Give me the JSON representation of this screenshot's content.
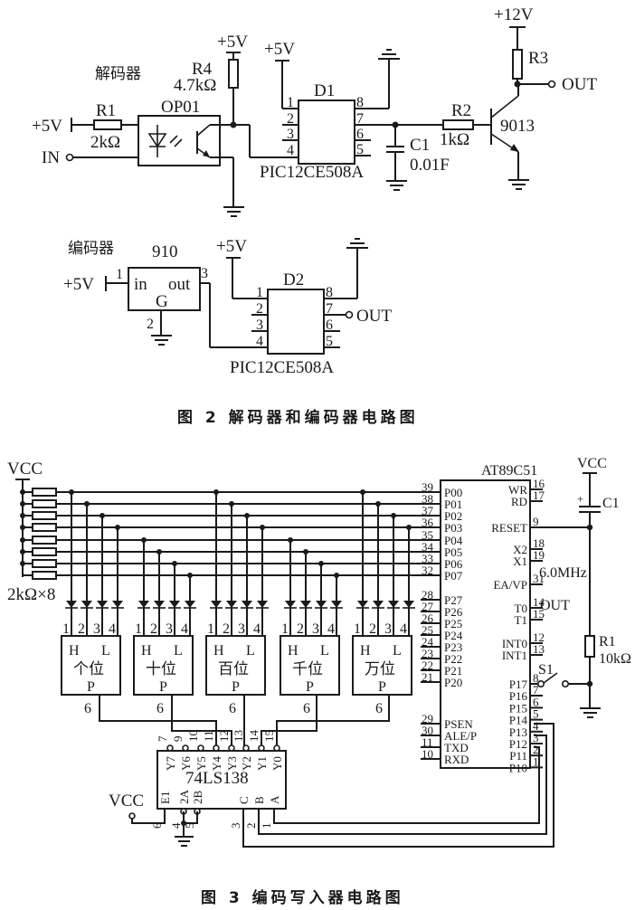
{
  "fig2": {
    "caption": "图 2   解码器和编码器电路图",
    "decoder": {
      "title": "解码器",
      "vplus": "+5V",
      "r1": {
        "name": "R1",
        "value": "2kΩ"
      },
      "in_label": "IN",
      "opto": "OP01",
      "r4": {
        "name": "R4",
        "value": "4.7kΩ"
      },
      "r4_supply": "+5V",
      "d1": {
        "name": "D1",
        "part": "PIC12CE508A",
        "supply": "+5V",
        "pins": [
          "1",
          "2",
          "3",
          "4",
          "8",
          "7",
          "6",
          "5"
        ]
      },
      "c1": {
        "name": "C1",
        "value": "0.01F"
      },
      "r2": {
        "name": "R2",
        "value": "1kΩ"
      },
      "transistor": "9013",
      "r3": {
        "name": "R3"
      },
      "supply12": "+12V",
      "out_label": "OUT"
    },
    "encoder": {
      "title": "编码器",
      "vplus": "+5V",
      "reg": {
        "name": "910",
        "in": "in",
        "out": "out",
        "gnd": "G",
        "pins": [
          "1",
          "2",
          "3"
        ]
      },
      "d2": {
        "name": "D2",
        "part": "PIC12CE508A",
        "supply": "+5V",
        "pins": [
          "1",
          "2",
          "3",
          "4",
          "8",
          "7",
          "6",
          "5"
        ]
      },
      "out_label": "OUT"
    }
  },
  "fig3": {
    "caption": "图 3   编码写入器电路图",
    "vcc": "VCC",
    "resistor_pack": "2kΩ×8",
    "mcu": {
      "name": "AT89C51",
      "left_pins": [
        {
          "num": "39",
          "label": "P00"
        },
        {
          "num": "38",
          "label": "P01"
        },
        {
          "num": "37",
          "label": "P02"
        },
        {
          "num": "36",
          "label": "P03"
        },
        {
          "num": "35",
          "label": "P04"
        },
        {
          "num": "34",
          "label": "P05"
        },
        {
          "num": "33",
          "label": "P06"
        },
        {
          "num": "32",
          "label": "P07"
        },
        {
          "num": "28",
          "label": "P27"
        },
        {
          "num": "27",
          "label": "P26"
        },
        {
          "num": "26",
          "label": "P25"
        },
        {
          "num": "25",
          "label": "P24"
        },
        {
          "num": "24",
          "label": "P23"
        },
        {
          "num": "23",
          "label": "P22"
        },
        {
          "num": "22",
          "label": "P21"
        },
        {
          "num": "21",
          "label": "P20"
        },
        {
          "num": "29",
          "label": "PSEN"
        },
        {
          "num": "30",
          "label": "ALE/P"
        },
        {
          "num": "11",
          "label": "TXD"
        },
        {
          "num": "10",
          "label": "RXD"
        }
      ],
      "right_pins": [
        {
          "num": "16",
          "label": "WR"
        },
        {
          "num": "17",
          "label": "RD"
        },
        {
          "num": "9",
          "label": "RESET"
        },
        {
          "num": "18",
          "label": "X2"
        },
        {
          "num": "19",
          "label": "X1"
        },
        {
          "num": "31",
          "label": "EA/VP"
        },
        {
          "num": "14",
          "label": "T0"
        },
        {
          "num": "15",
          "label": "T1"
        },
        {
          "num": "12",
          "label": "INT0"
        },
        {
          "num": "13",
          "label": "INT1"
        },
        {
          "num": "8",
          "label": "P17"
        },
        {
          "num": "7",
          "label": "P16"
        },
        {
          "num": "6",
          "label": "P15"
        },
        {
          "num": "5",
          "label": "P14"
        },
        {
          "num": "4",
          "label": "P13"
        },
        {
          "num": "3",
          "label": "P12"
        },
        {
          "num": "2",
          "label": "P11"
        },
        {
          "num": "1",
          "label": "P10"
        }
      ],
      "crystal": "6.0MHz",
      "t0_out": "OUT"
    },
    "reset": {
      "vcc": "VCC",
      "cap": "C1",
      "cap_plus": "+",
      "r1": {
        "name": "R1",
        "value": "10kΩ"
      },
      "switch": "S1"
    },
    "digits": [
      {
        "name": "个位",
        "h": "H",
        "l": "L",
        "p": "P",
        "pin": "6",
        "inputs": [
          "1",
          "2",
          "3",
          "4"
        ]
      },
      {
        "name": "十位",
        "h": "H",
        "l": "L",
        "p": "P",
        "pin": "6",
        "inputs": [
          "1",
          "2",
          "3",
          "4"
        ]
      },
      {
        "name": "百位",
        "h": "H",
        "l": "L",
        "p": "P",
        "pin": "6",
        "inputs": [
          "1",
          "2",
          "3",
          "4"
        ]
      },
      {
        "name": "千位",
        "h": "H",
        "l": "L",
        "p": "P",
        "pin": "6",
        "inputs": [
          "1",
          "2",
          "3",
          "4"
        ]
      },
      {
        "name": "万位",
        "h": "H",
        "l": "L",
        "p": "P",
        "pin": "6",
        "inputs": [
          "1",
          "2",
          "3",
          "4"
        ]
      }
    ],
    "decoder": {
      "name": "74LS138",
      "vcc": "VCC",
      "outputs": [
        {
          "num": "7",
          "label": "Y7"
        },
        {
          "num": "9",
          "label": "Y6"
        },
        {
          "num": "10",
          "label": "Y5"
        },
        {
          "num": "11",
          "label": "Y4"
        },
        {
          "num": "12",
          "label": "Y3"
        },
        {
          "num": "13",
          "label": "Y2"
        },
        {
          "num": "14",
          "label": "Y1"
        },
        {
          "num": "15",
          "label": "Y0"
        }
      ],
      "inputs": [
        {
          "num": "6",
          "label": "E1"
        },
        {
          "num": "4",
          "label": "2A"
        },
        {
          "num": "5",
          "label": "2B"
        },
        {
          "num": "3",
          "label": "C"
        },
        {
          "num": "2",
          "label": "B"
        },
        {
          "num": "1",
          "label": "A"
        }
      ]
    }
  }
}
